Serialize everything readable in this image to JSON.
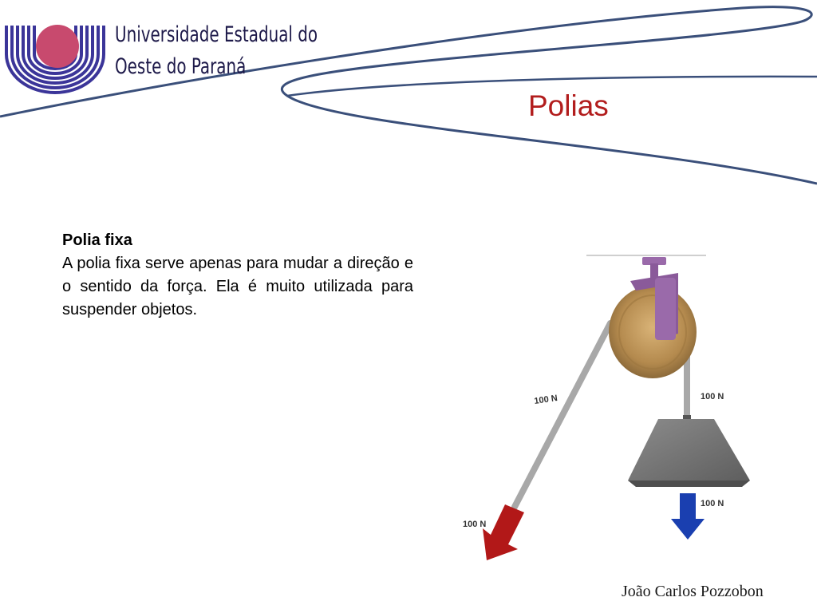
{
  "header": {
    "university_line1": "Universidade Estadual do",
    "university_line2": "Oeste do Paraná",
    "title": "Polias"
  },
  "content": {
    "heading": "Polia fixa",
    "paragraph": "A polia fixa serve apenas para mudar a direção e o sentido da força. Ela é muito utilizada para suspender objetos."
  },
  "illustration": {
    "label_rope_left": "100 N",
    "label_rope_right": "100 N",
    "label_arrow_left": "100 N",
    "label_arrow_right": "100 N",
    "colors": {
      "pulley_wood": "#b48a4e",
      "bracket": "#8a5a9a",
      "block": "#7a7a7a",
      "arrow_left": "#b21818",
      "arrow_right": "#1a3fb0",
      "rope": "#a8a8a8"
    }
  },
  "footer": {
    "author": "João Carlos Pozzobon"
  },
  "colors": {
    "title": "#b21d1d",
    "swoosh": "#3a4f7a",
    "logo_ring": "#3b3599",
    "logo_circle": "#c84a6e"
  }
}
